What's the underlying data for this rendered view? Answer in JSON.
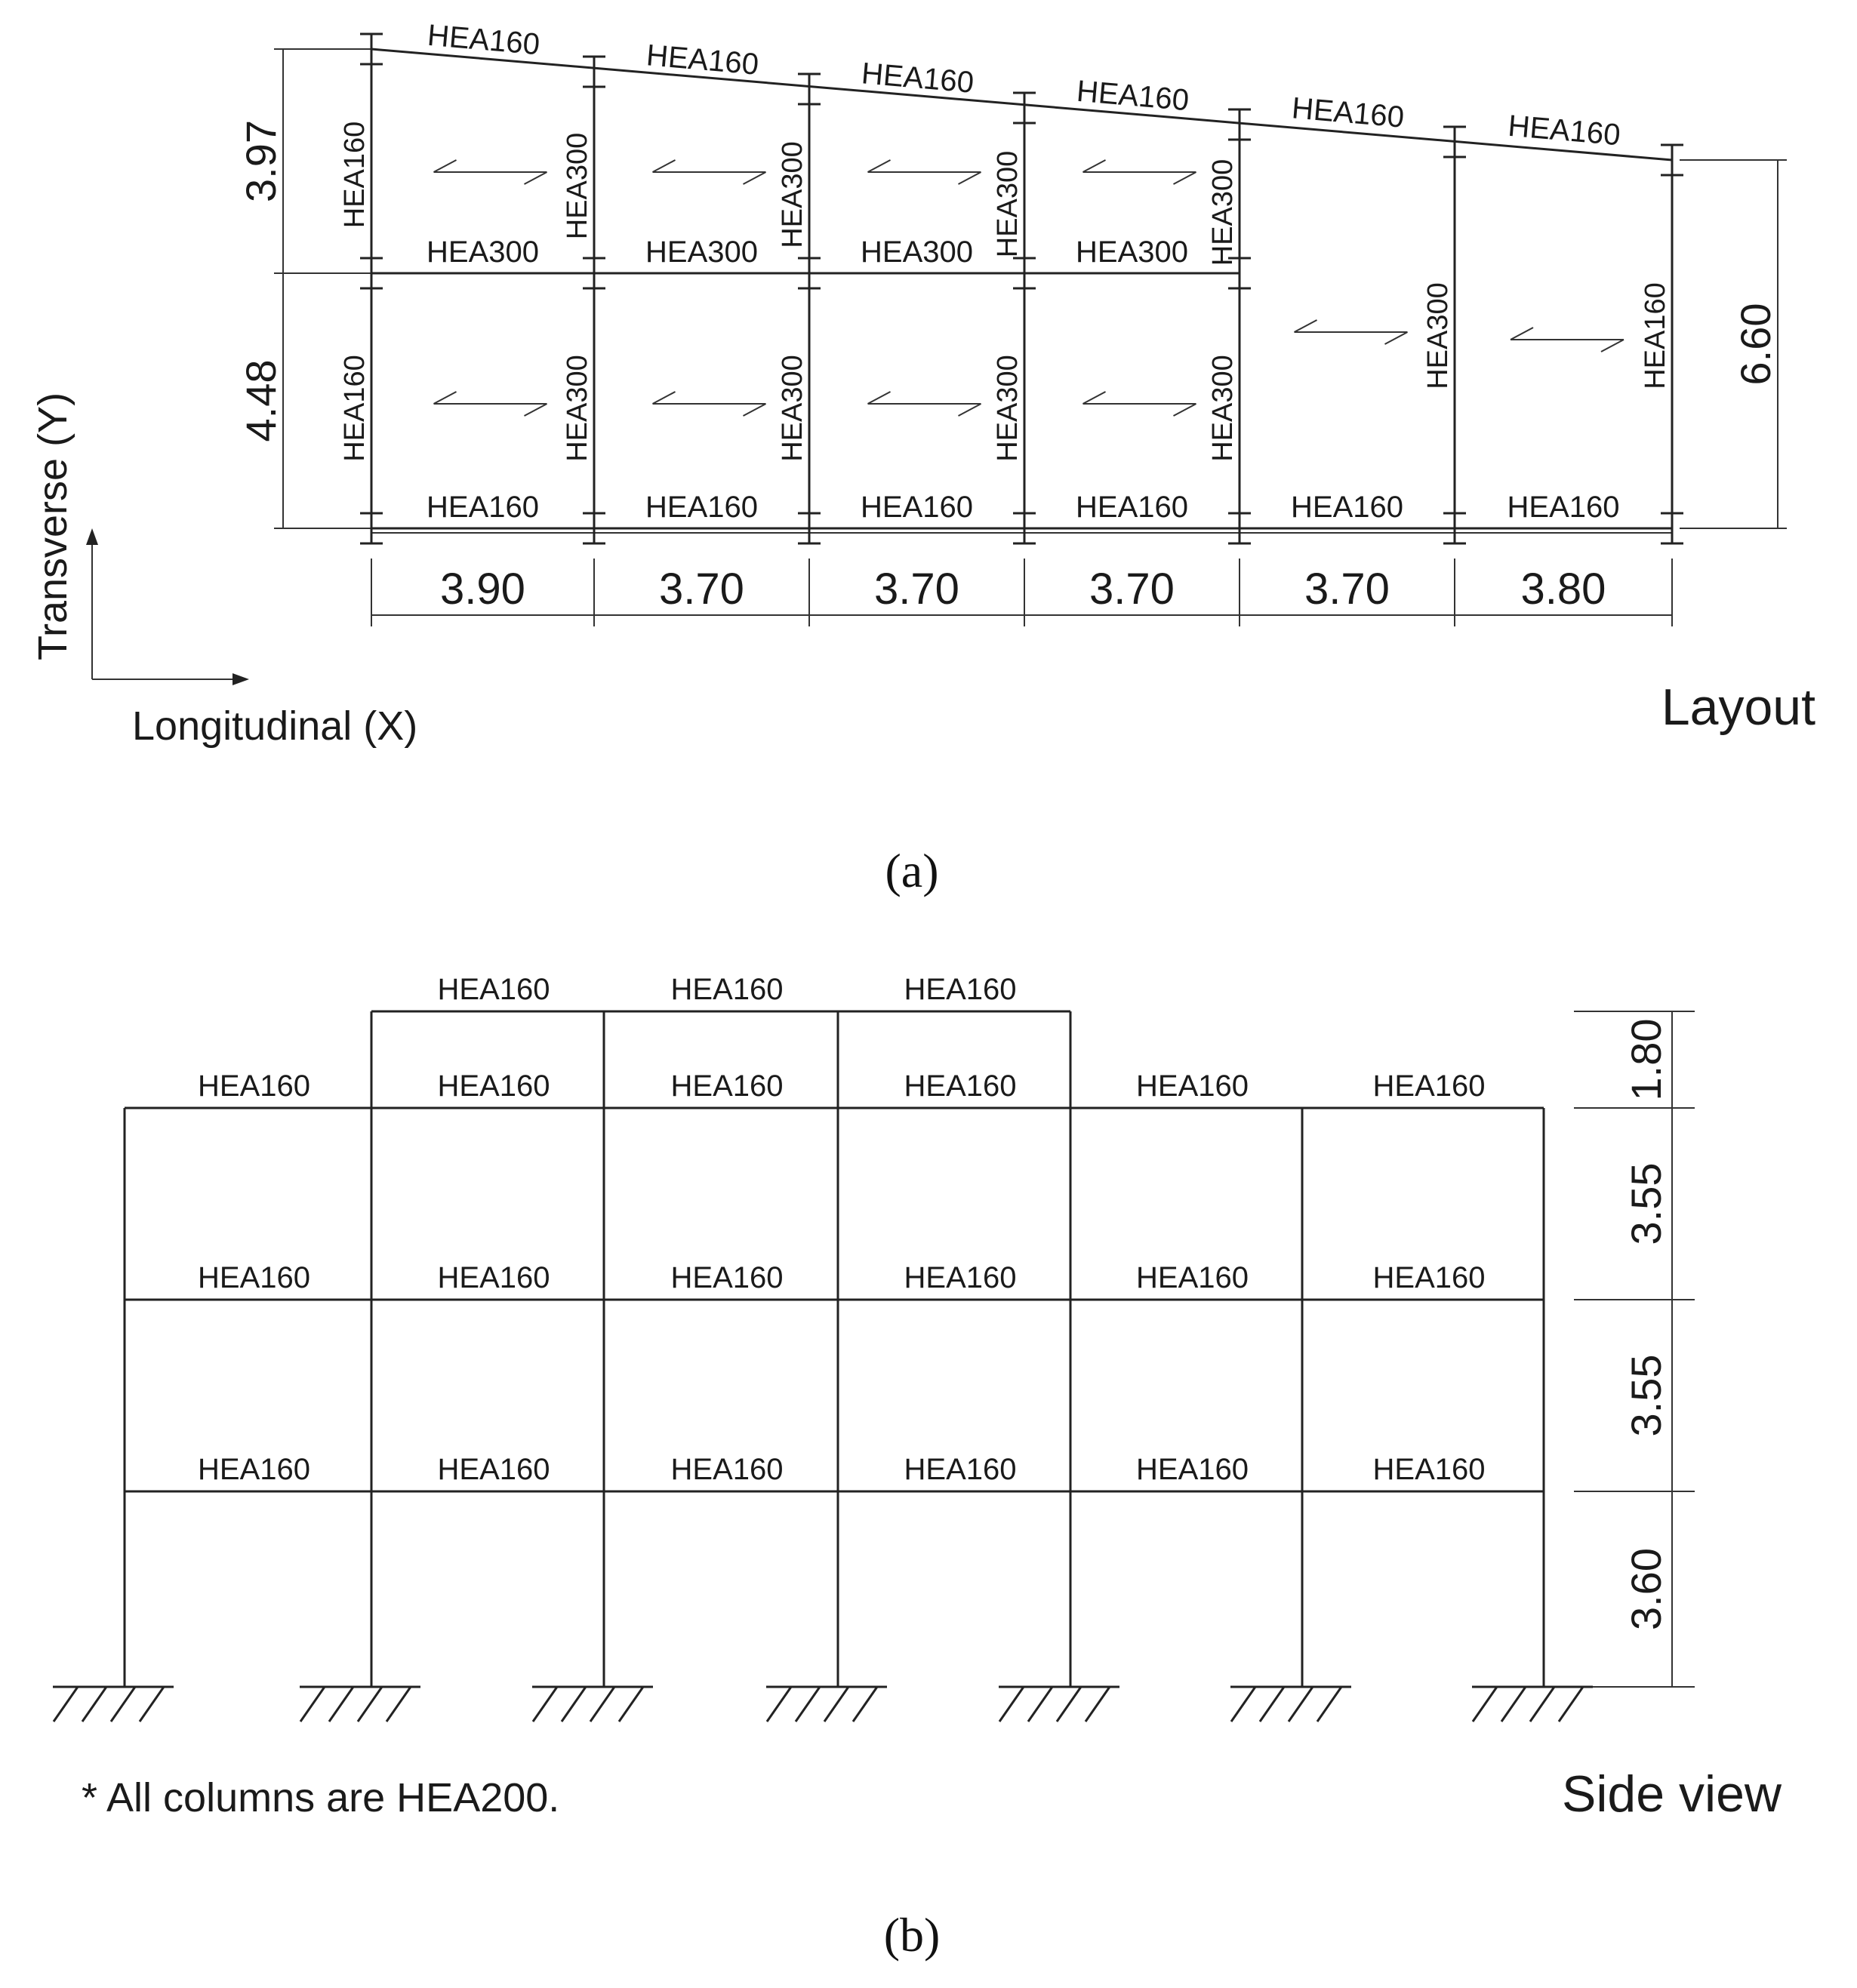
{
  "layout": {
    "title": "Layout",
    "caption": "(a)",
    "axes": {
      "x_label": "Longitudinal (X)",
      "y_label": "Transverse (Y)"
    },
    "bay_widths": [
      "3.90",
      "3.70",
      "3.70",
      "3.70",
      "3.70",
      "3.80"
    ],
    "left_dims": [
      "3.97",
      "4.48"
    ],
    "right_dim": "6.60",
    "top_beams": [
      "HEA160",
      "HEA160",
      "HEA160",
      "HEA160",
      "HEA160",
      "HEA160"
    ],
    "mid_beams": [
      "HEA300",
      "HEA300",
      "HEA300",
      "HEA300"
    ],
    "bottom_beams": [
      "HEA160",
      "HEA160",
      "HEA160",
      "HEA160",
      "HEA160",
      "HEA160"
    ],
    "upper_columns": [
      "HEA160",
      "HEA300",
      "HEA300",
      "HEA300",
      "HEA300"
    ],
    "lower_columns": [
      "HEA160",
      "HEA300",
      "HEA300",
      "HEA300",
      "HEA300"
    ],
    "tall_columns": [
      "HEA300",
      "HEA160"
    ]
  },
  "side_view": {
    "title": "Side view",
    "caption": "(b)",
    "note": "* All columns are HEA200.",
    "story_heights": [
      "1.80",
      "3.55",
      "3.55",
      "3.60"
    ],
    "penthouse_beams": [
      "HEA160",
      "HEA160",
      "HEA160"
    ],
    "roof_beams": [
      "HEA160",
      "HEA160",
      "HEA160",
      "HEA160",
      "HEA160",
      "HEA160"
    ],
    "floor2_beams": [
      "HEA160",
      "HEA160",
      "HEA160",
      "HEA160",
      "HEA160",
      "HEA160"
    ],
    "floor1_beams": [
      "HEA160",
      "HEA160",
      "HEA160",
      "HEA160",
      "HEA160",
      "HEA160"
    ]
  }
}
